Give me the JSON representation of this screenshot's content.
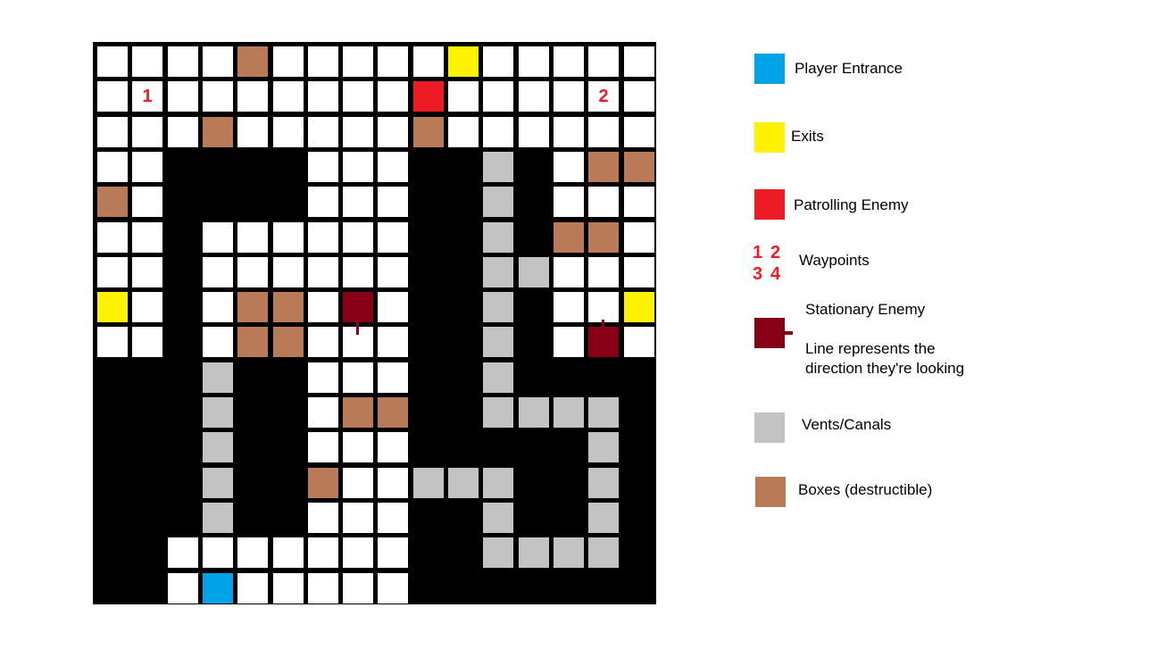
{
  "colors": {
    "floor": "#ffffff",
    "wall": "#000000",
    "player_entrance": "#00a2e8",
    "exit": "#fff200",
    "patrolling_enemy": "#ed1c24",
    "stationary_enemy": "#880015",
    "vent": "#c3c3c3",
    "box": "#b97a57",
    "waypoint_text": "#ed1c24"
  },
  "map": {
    "cols": 16,
    "rows": 16,
    "legend_codes": {
      ".": "floor",
      "#": "wall",
      "P": "player_entrance",
      "E": "exit",
      "R": "patrolling_enemy",
      "S": "stationary_enemy",
      "V": "vent",
      "B": "box"
    },
    "grid": [
      "....B.....E.....",
      ".........R......",
      "...B.....B......",
      "..####...##V#.BB",
      "B.####...##V#...",
      "..#......##V#BB.",
      "..#......##VV...",
      "E.#.BB.S.##V#..E",
      "..#.BB...##V#.S.",
      "###V##...##V####",
      "###V##.BB##VVVV#",
      "###V##...#####V#",
      "###V##B..VVV##V#",
      "###V##...##V##V#",
      "##.......##VVVV#",
      "##.P.....#######"
    ],
    "waypoints": [
      {
        "label": "1",
        "row": 1,
        "col": 1
      },
      {
        "label": "2",
        "row": 1,
        "col": 14
      }
    ],
    "stationary_enemies": [
      {
        "row": 7,
        "col": 7,
        "looking": "down"
      },
      {
        "row": 8,
        "col": 14,
        "looking": "up"
      }
    ]
  },
  "legend": {
    "player_entrance": {
      "label": "Player Entrance",
      "color_key": "player_entrance"
    },
    "exits": {
      "label": "Exits",
      "color_key": "exit"
    },
    "patrolling_enemy": {
      "label": "Patrolling Enemy",
      "color_key": "patrolling_enemy"
    },
    "waypoints": {
      "label": "Waypoints",
      "numbers": [
        "1",
        "2",
        "3",
        "4"
      ]
    },
    "stationary_enemy": {
      "label": "Stationary Enemy",
      "note_line1": "Line represents the",
      "note_line2": "direction they're looking"
    },
    "vents": {
      "label": "Vents/Canals",
      "color_key": "vent"
    },
    "boxes": {
      "label": "Boxes (destructible)",
      "color_key": "box"
    }
  }
}
